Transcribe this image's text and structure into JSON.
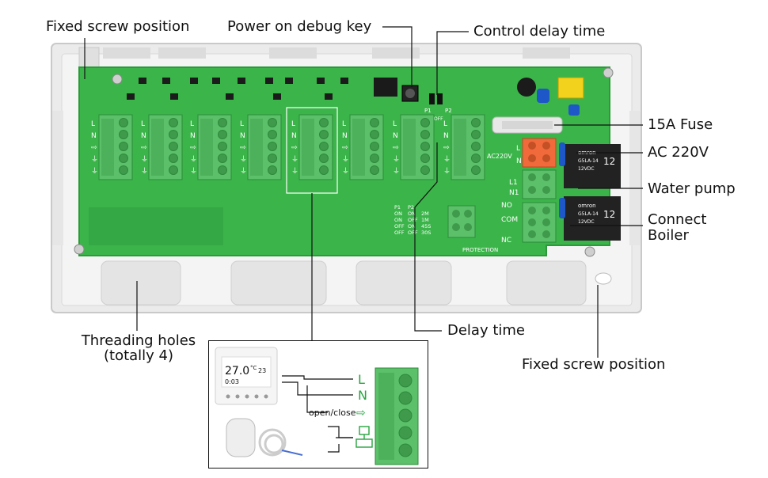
{
  "labels": {
    "fixed_screw_top": "Fixed screw position",
    "power_debug_key": "Power on debug key",
    "control_delay_time": "Control delay time",
    "fuse": "15A Fuse",
    "ac220v": "AC 220V",
    "water_pump": "Water pump",
    "connect_boiler_1": "Connect",
    "connect_boiler_2": "Boiler",
    "threading_holes_1": "Threading holes",
    "threading_holes_2": "(totally 4)",
    "delay_time": "Delay time",
    "fixed_screw_bottom": "Fixed screw position"
  },
  "board": {
    "terminal_pins": [
      "L",
      "N",
      "⇨",
      "⏚",
      "⏚"
    ],
    "ac_label": "AC220V",
    "l1": "L1",
    "n1": "N1",
    "no": "NO",
    "com": "COM",
    "nc": "NC",
    "l": "L",
    "n": "N",
    "protection": "PROTECTION",
    "p1": "P1",
    "p2": "P2",
    "off": "OFF",
    "delay_table": [
      [
        "P1",
        "P2",
        ""
      ],
      [
        "ON",
        "ON",
        "2M"
      ],
      [
        "ON",
        "OFF",
        "1M"
      ],
      [
        "OFF",
        "ON",
        "45S"
      ],
      [
        "OFF",
        "OFF",
        "30S"
      ]
    ],
    "relay_brand": "omron",
    "relay_model": "G5LA-14",
    "relay_voltage": "12VDC",
    "relay_number": "12"
  },
  "inset": {
    "thermostat_temp": "27.0",
    "thermostat_unit": "°C",
    "thermostat_set": "23",
    "thermostat_time": "0:03",
    "label_l": "L",
    "label_n": "N",
    "label_open_close": "open/close",
    "arrow_symbol": "⇨"
  },
  "colors": {
    "pcb": "#3bb54a",
    "pcb_dark": "#2c9a3a",
    "terminal": "#5cc06a",
    "terminal_orange": "#f06a3c",
    "relay": "#2a2a2a",
    "capacitor": "#1e57c8",
    "enclosure": "#ececec"
  }
}
